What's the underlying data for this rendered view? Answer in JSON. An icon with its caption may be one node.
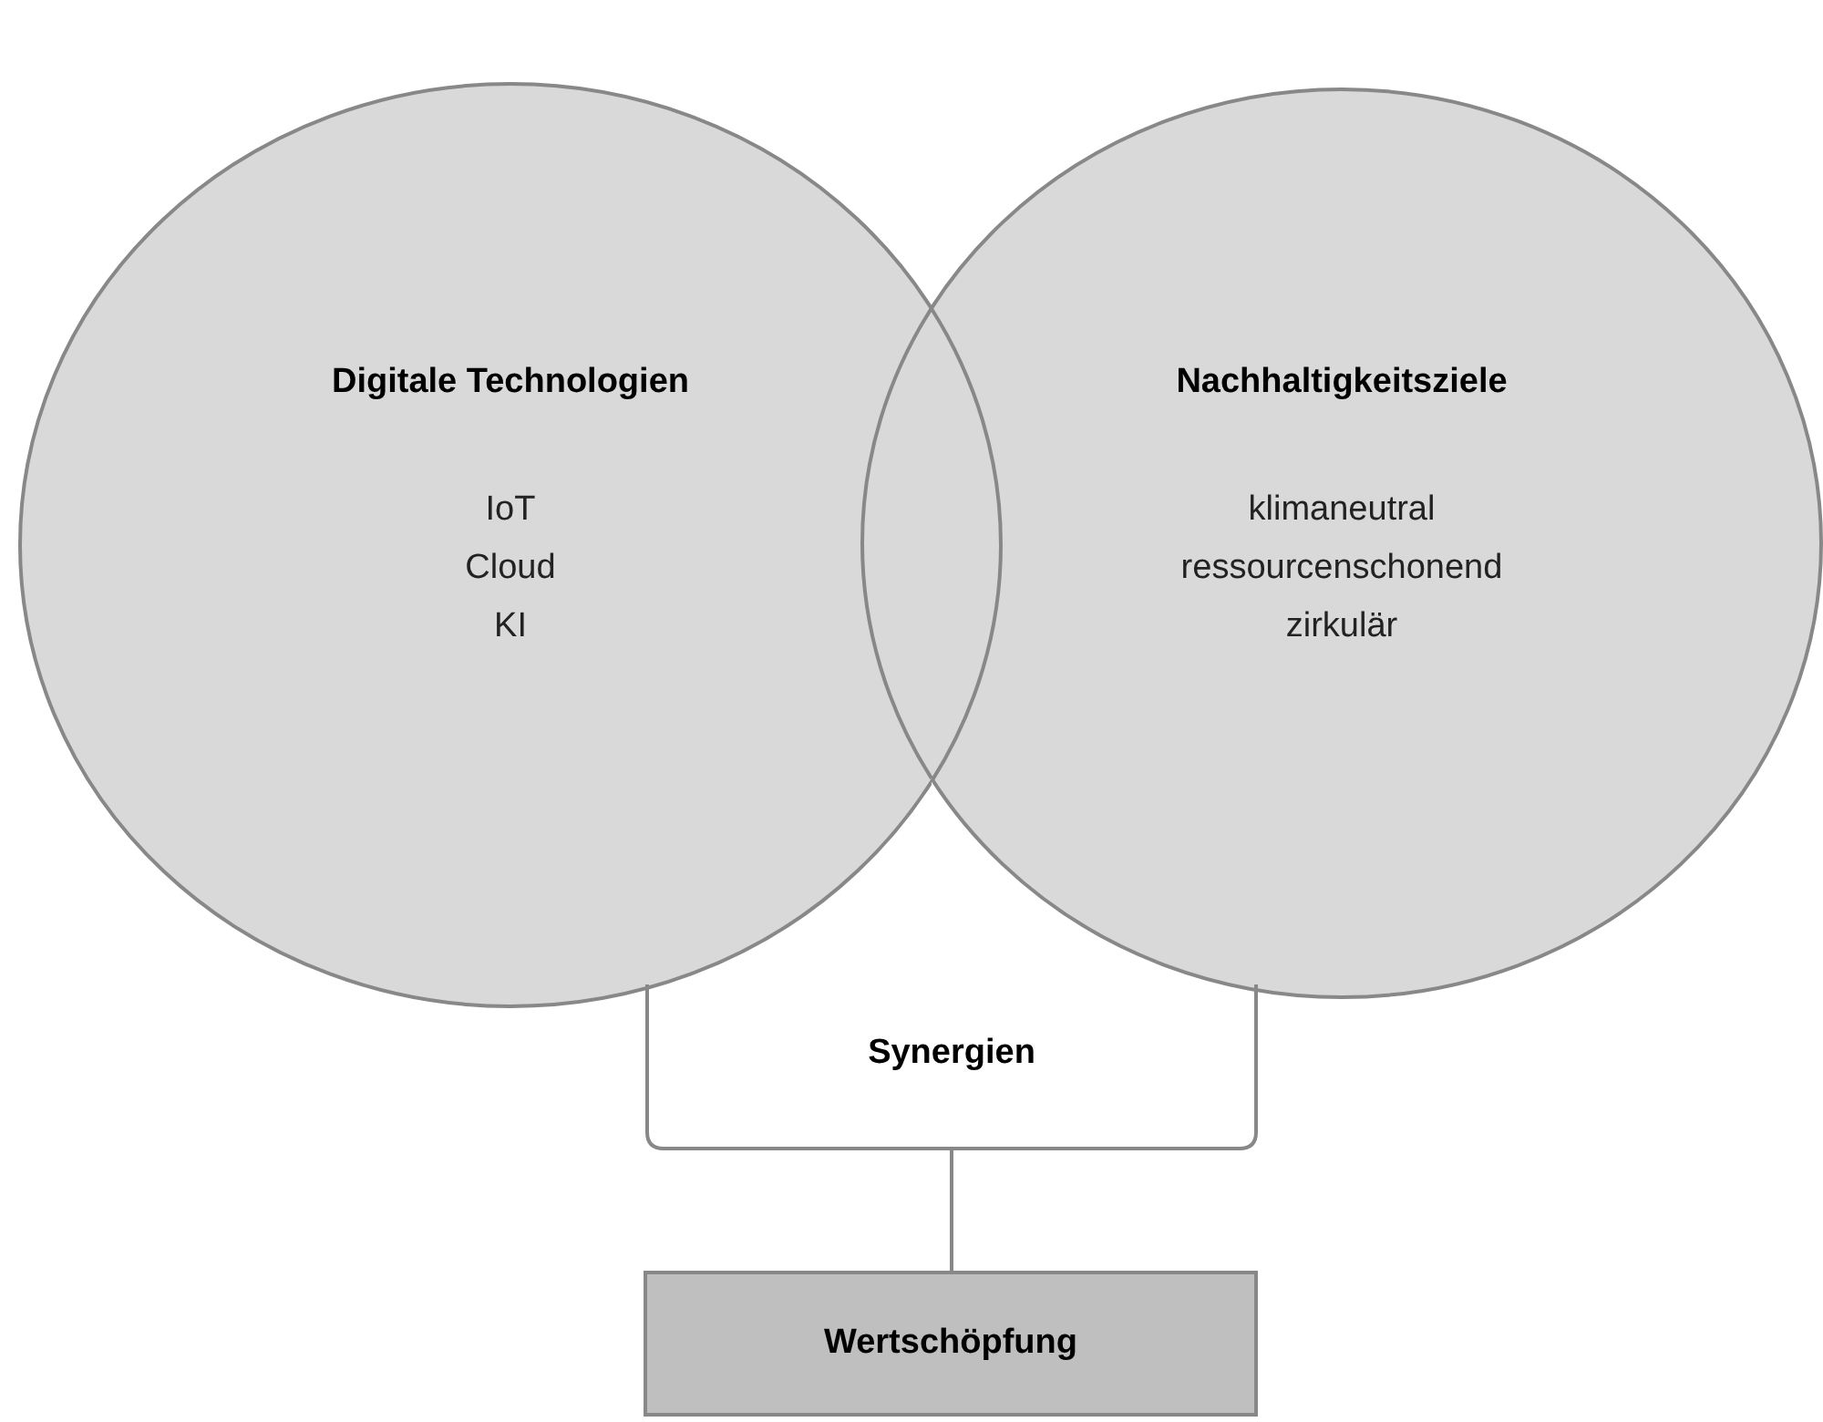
{
  "diagram": {
    "nodes": [
      {
        "text": [
          "Digitale Technologien",
          "IoT",
          "Cloud",
          "KI"
        ]
      },
      {
        "text": [
          "Nachhaltigkeitsziele",
          "klimaneutral",
          "ressourcenschonend",
          "zirkulär"
        ]
      },
      {
        "text": [
          "Synergien"
        ]
      },
      {
        "text": [
          "Wertschöpfung"
        ]
      }
    ],
    "edges": [
      {
        "from": 2,
        "to": 3,
        "arrow": "none"
      }
    ]
  }
}
